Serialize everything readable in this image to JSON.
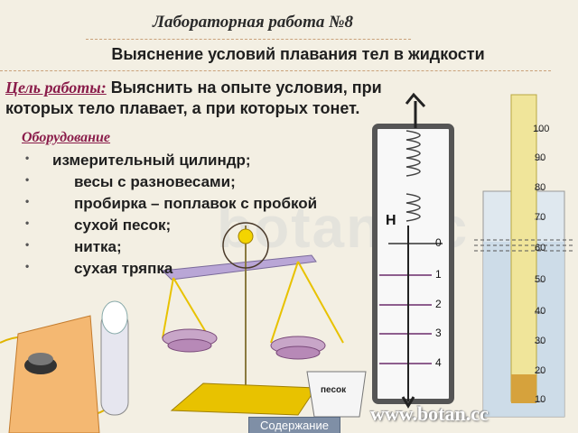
{
  "header": {
    "lab_title": "Лабораторная работа №8",
    "subtitle": "Выяснение условий плавания тел в жидкости"
  },
  "goal": {
    "label": "Цель работы:",
    "text_line1": " Выяснить на опыте условия, при",
    "text_line2": "которых  тело  плавает, а при которых тонет."
  },
  "equipment": {
    "title": "Оборудование",
    "items": [
      "измерительный цилиндр;",
      "весы с разновесами;",
      "пробирка – поплавок с пробкой",
      "сухой песок;",
      "нитка;",
      "сухая тряпка"
    ]
  },
  "illustration": {
    "dynamometer_letter": "Н",
    "dynamometer_scale": [
      "0",
      "1",
      "2",
      "3",
      "4"
    ],
    "cylinder_scale": [
      "100",
      "90",
      "80",
      "70",
      "60",
      "50",
      "40",
      "30",
      "20",
      "10"
    ],
    "sand_label": "песок"
  },
  "footer": {
    "contents_button": "Содержание",
    "site": "www.botan.cc"
  },
  "watermark": "botan.cc",
  "colors": {
    "background": "#f3efe3",
    "accent_label": "#8a1c4a",
    "scale_pan": "#b9a6d6",
    "sand": "#e8c200",
    "cylinder_glass": "#dfe8ef",
    "float_tube": "#f0e59a"
  }
}
